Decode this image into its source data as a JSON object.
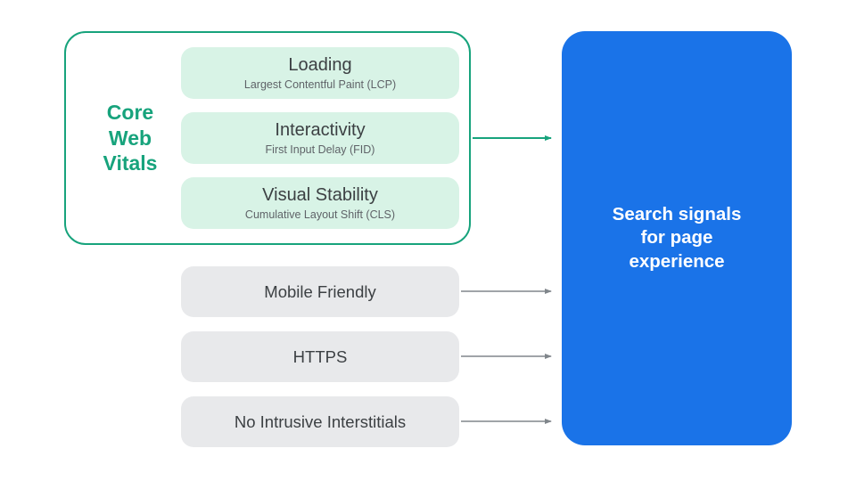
{
  "colors": {
    "accent_green": "#17A37C",
    "green_light_fill": "#D8F3E6",
    "gray_fill": "#E8E9EB",
    "blue_fill": "#1A73E8",
    "text_dark": "#3C4043",
    "text_subtitle": "#5F6368",
    "arrow_gray": "#80868B"
  },
  "core_web_vitals": {
    "label": "Core Web Vitals",
    "items": [
      {
        "title": "Loading",
        "subtitle": "Largest Contentful Paint (LCP)"
      },
      {
        "title": "Interactivity",
        "subtitle": "First Input Delay (FID)"
      },
      {
        "title": "Visual Stability",
        "subtitle": "Cumulative Layout Shift (CLS)"
      }
    ]
  },
  "other_signals": [
    {
      "label": "Mobile Friendly"
    },
    {
      "label": "HTTPS"
    },
    {
      "label": "No Intrusive Interstitials"
    }
  ],
  "result": {
    "label": "Search signals for page experience"
  }
}
